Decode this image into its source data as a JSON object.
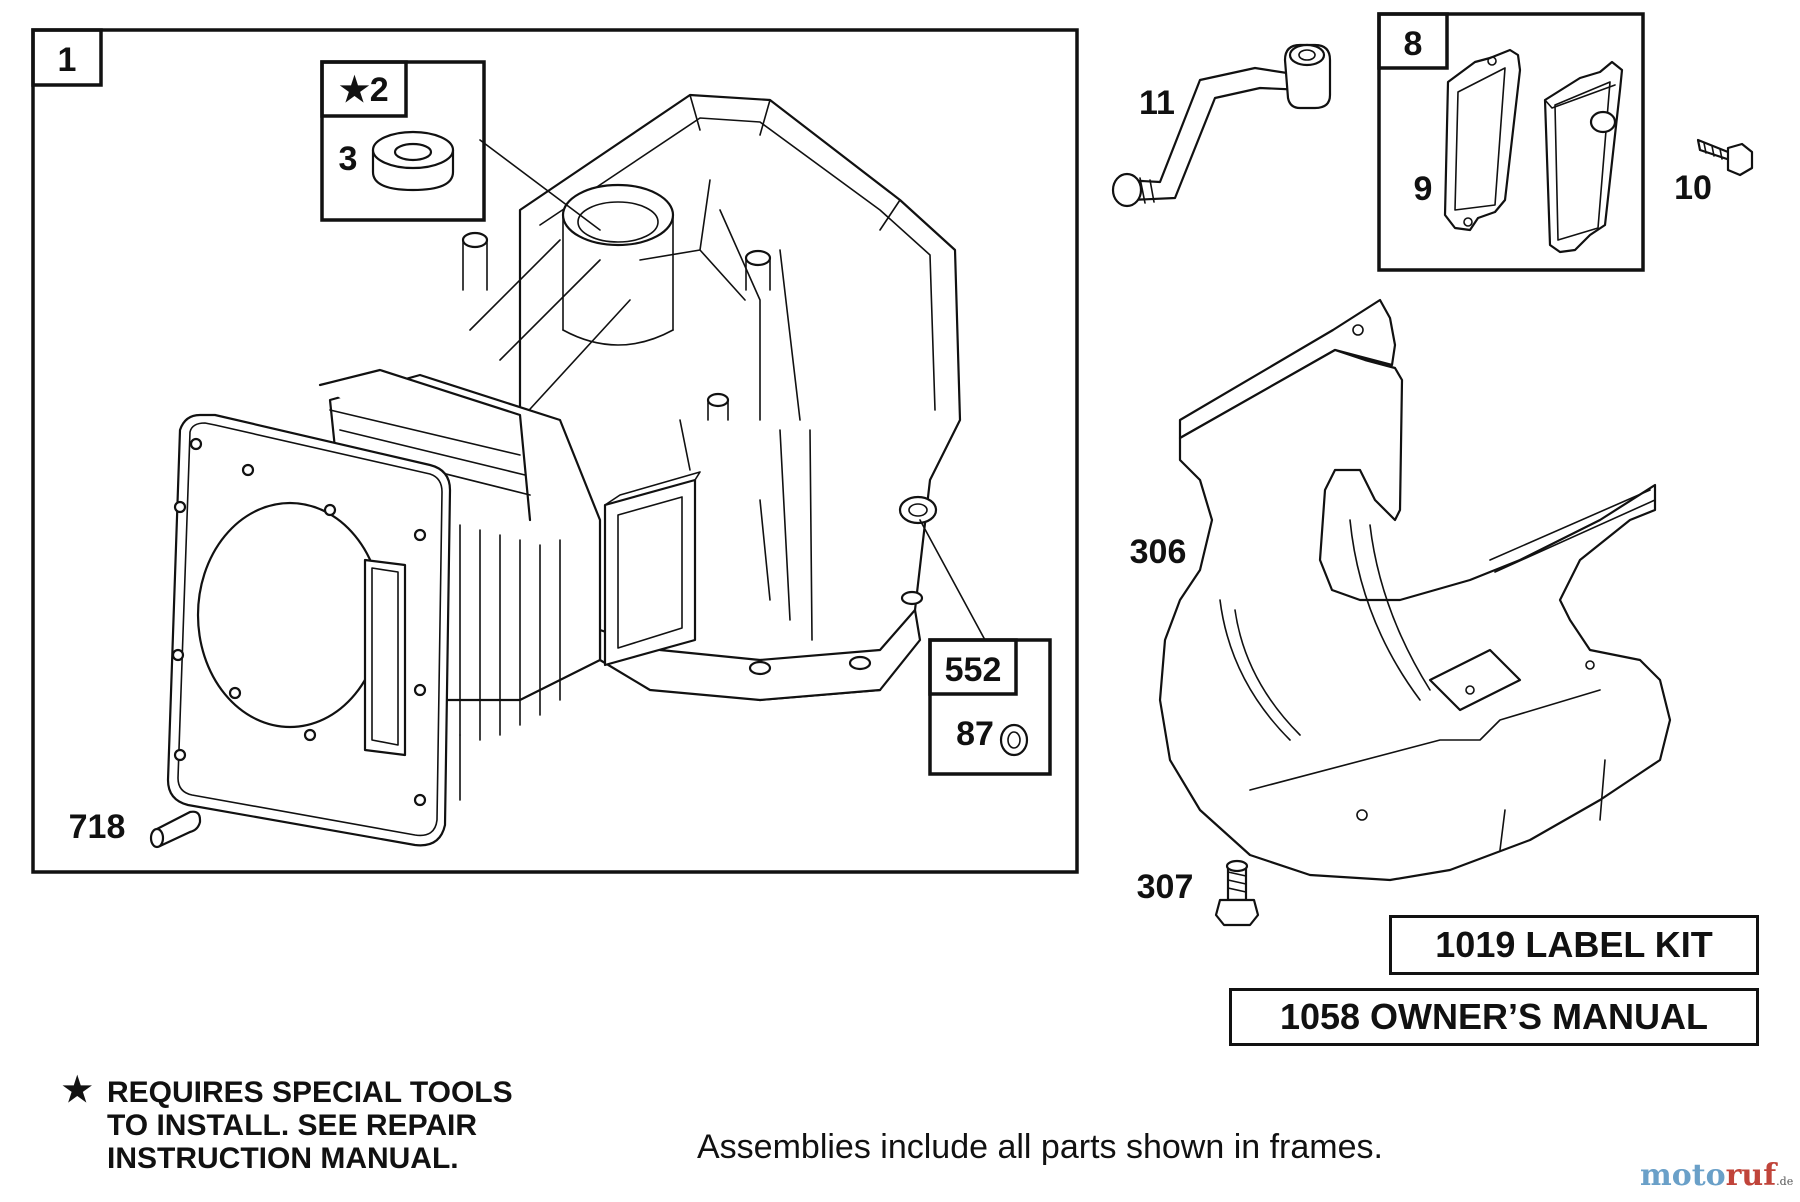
{
  "diagram": {
    "frames": {
      "frame_1_label": "1",
      "frame_2_label": "★2",
      "frame_552_label": "552",
      "frame_8_label": "8"
    },
    "part_numbers": {
      "p3": "3",
      "p87": "87",
      "p718": "718",
      "p11": "11",
      "p9": "9",
      "p10": "10",
      "p306": "306",
      "p307": "307"
    },
    "kits": {
      "label_kit": "1019 LABEL KIT",
      "owners_manual": "1058 OWNER’S MANUAL"
    },
    "notes": {
      "star_symbol": "★",
      "special_tools": [
        "REQUIRES SPECIAL TOOLS",
        "TO INSTALL.  SEE REPAIR",
        "INSTRUCTION MANUAL."
      ],
      "assemblies": "Assemblies include all parts shown in frames."
    },
    "watermark": {
      "part_a": "moto",
      "part_b": "ruf",
      "tld": ".de"
    }
  }
}
